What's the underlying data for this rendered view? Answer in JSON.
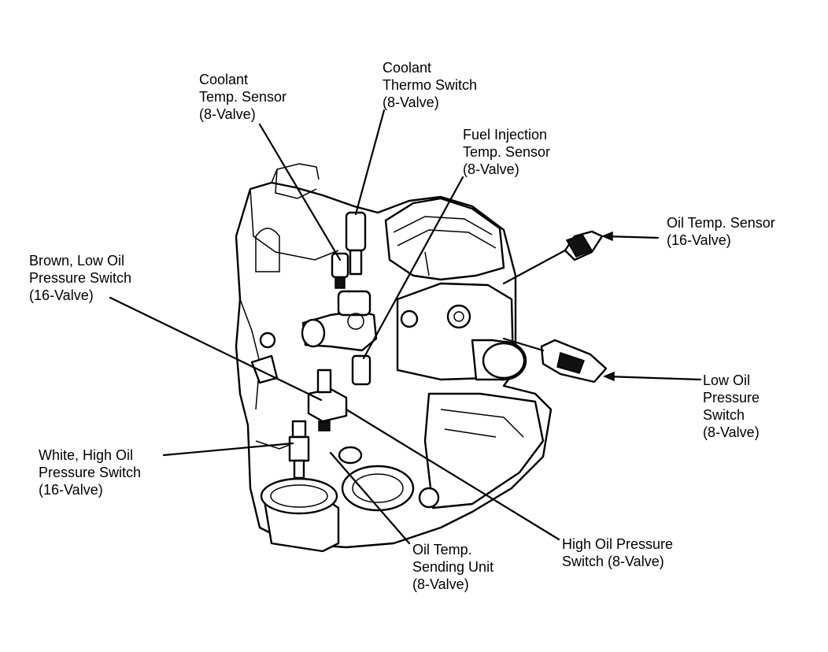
{
  "callouts": {
    "coolant_temp_sensor": [
      "Coolant",
      "Temp. Sensor",
      "(8-Valve)"
    ],
    "coolant_thermo_switch": [
      "Coolant",
      "Thermo Switch",
      "(8-Valve)"
    ],
    "fuel_injection_temp_sensor": [
      "Fuel Injection",
      "Temp. Sensor",
      "(8-Valve)"
    ],
    "oil_temp_sensor": [
      "Oil Temp. Sensor",
      "(16-Valve)"
    ],
    "brown_low_oil_pressure_switch": [
      "Brown, Low Oil",
      "Pressure Switch",
      "(16-Valve)"
    ],
    "low_oil_pressure_switch": [
      "Low Oil",
      "Pressure",
      "Switch",
      "(8-Valve)"
    ],
    "white_high_oil_pressure_switch": [
      "White, High Oil",
      "Pressure Switch",
      "(16-Valve)"
    ],
    "oil_temp_sending_unit": [
      "Oil Temp.",
      "Sending Unit",
      "(8-Valve)"
    ],
    "high_oil_pressure_switch": [
      "High Oil Pressure",
      "Switch (8-Valve)"
    ]
  }
}
